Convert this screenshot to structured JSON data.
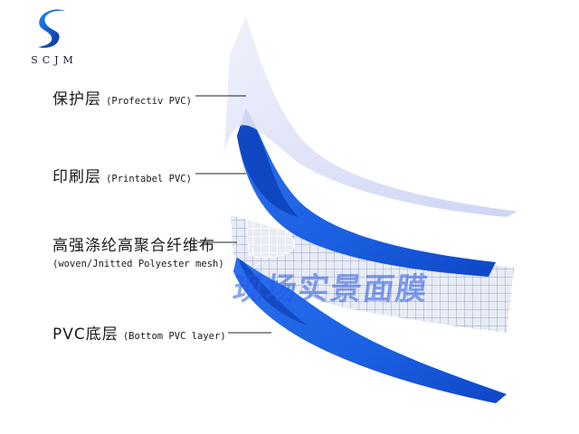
{
  "logo": {
    "text": "SCJM",
    "icon": "s-swirl-logo"
  },
  "layers": [
    {
      "zh": "保护层",
      "en": "(Profectiv PVC)"
    },
    {
      "zh": "印刷层",
      "en": "(Printabel PVC)"
    },
    {
      "zh": "高强涤纶高聚合纤维布",
      "en": "(woven/Jnitted Polyester mesh)"
    },
    {
      "zh": "PVC底层",
      "en": "(Bottom PVC layer)"
    }
  ],
  "watermark": "现场实景面膜",
  "colors": {
    "blue": "#1a5fe0",
    "blue_dark": "#0b3fb8",
    "film": "#d6dcf7",
    "mesh": "#ffffff"
  }
}
